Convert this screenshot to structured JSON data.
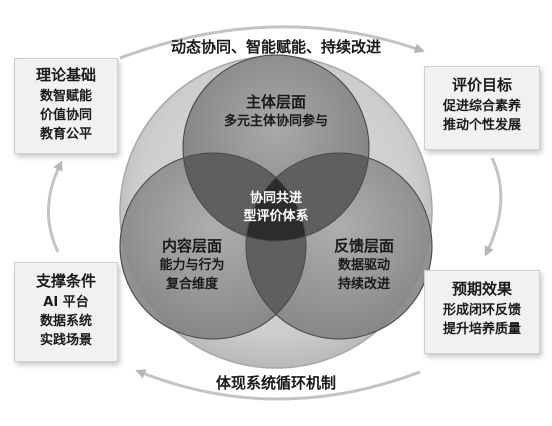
{
  "top_banner": "动态协同、智能赋能、持续改进",
  "bottom_banner": "体现系统循环机制",
  "left_top_box": {
    "title": "理论基础",
    "lines": [
      "数智赋能",
      "价值协同",
      "教育公平"
    ]
  },
  "left_bottom_box": {
    "title": "支撑条件",
    "lines": [
      "AI 平台",
      "数据系统",
      "实践场景"
    ]
  },
  "right_top_box": {
    "title": "评价目标",
    "lines": [
      "促进综合素养",
      "推动个性发展"
    ]
  },
  "right_bottom_box": {
    "title": "预期效果",
    "lines": [
      "形成闭环反馈",
      "提升培养质量"
    ]
  },
  "venn": {
    "top": {
      "title": "主体层面",
      "line": "多元主体协同参与"
    },
    "left": {
      "title": "内容层面",
      "lines": [
        "能力与行为",
        "复合维度"
      ]
    },
    "right": {
      "title": "反馈层面",
      "lines": [
        "数据驱动",
        "持续改进"
      ]
    },
    "center": [
      "协同共进",
      "型评价体系"
    ]
  },
  "colors": {
    "outer_circle": "#c9c9c9",
    "venn_circle": "#8c8c8c",
    "overlap_pair": "#5a5a5a",
    "overlap_center": "#2a2a2a",
    "arrow": "#b5b5b5"
  }
}
